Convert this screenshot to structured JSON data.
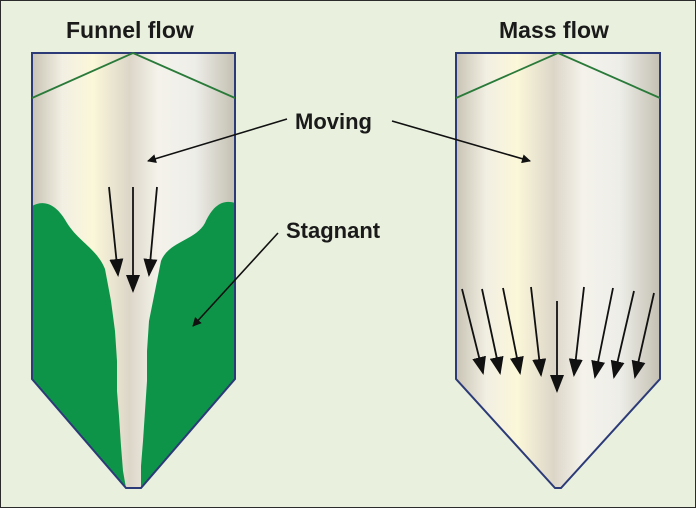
{
  "titles": {
    "funnel": "Funnel flow",
    "mass": "Mass flow"
  },
  "labels": {
    "moving": "Moving",
    "stagnant": "Stagnant"
  },
  "colors": {
    "background": "#e9f1de",
    "stagnant_material": "#0e9448",
    "silo_outline": "#2c3a78",
    "bulk_material": "#e7e2cf",
    "arrow": "#111111"
  }
}
